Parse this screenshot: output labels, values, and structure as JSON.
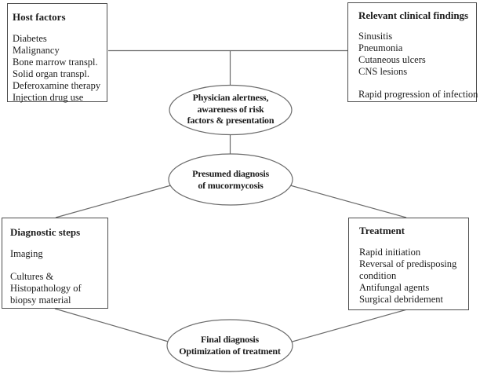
{
  "figure": {
    "host_factors": {
      "title": "Host factors",
      "items": [
        "Diabetes",
        "Malignancy",
        "Bone marrow transpl.",
        "Solid organ transpl.",
        "Deferoxamine therapy",
        "Injection drug use"
      ]
    },
    "clinical_findings": {
      "title": "Relevant clinical findings",
      "items": [
        "Sinusitis",
        "Pneumonia",
        "Cutaneous ulcers",
        "CNS lesions",
        "Rapid progression of infection"
      ]
    },
    "diagnostic_steps": {
      "title": "Diagnostic steps",
      "items": [
        "Imaging",
        "Cultures &",
        "Histopathology of",
        "biopsy material"
      ]
    },
    "treatment": {
      "title": "Treatment",
      "items": [
        "Rapid initiation",
        "Reversal of predisposing",
        "condition",
        "Antifungal agents",
        "Surgical debridement"
      ]
    },
    "alertness_node": {
      "lines": [
        "Physician alertness,",
        "awareness of risk",
        "factors & presentation"
      ]
    },
    "presumed_node": {
      "lines": [
        "Presumed diagnosis",
        "of mucormycosis"
      ]
    },
    "final_node": {
      "lines": [
        "Final diagnosis",
        "Optimization of treatment"
      ]
    },
    "colors": {
      "line": "#6b6b6b",
      "box_border": "#4d4d4d",
      "text": "#1c1c1c",
      "background": "#ffffff"
    }
  }
}
